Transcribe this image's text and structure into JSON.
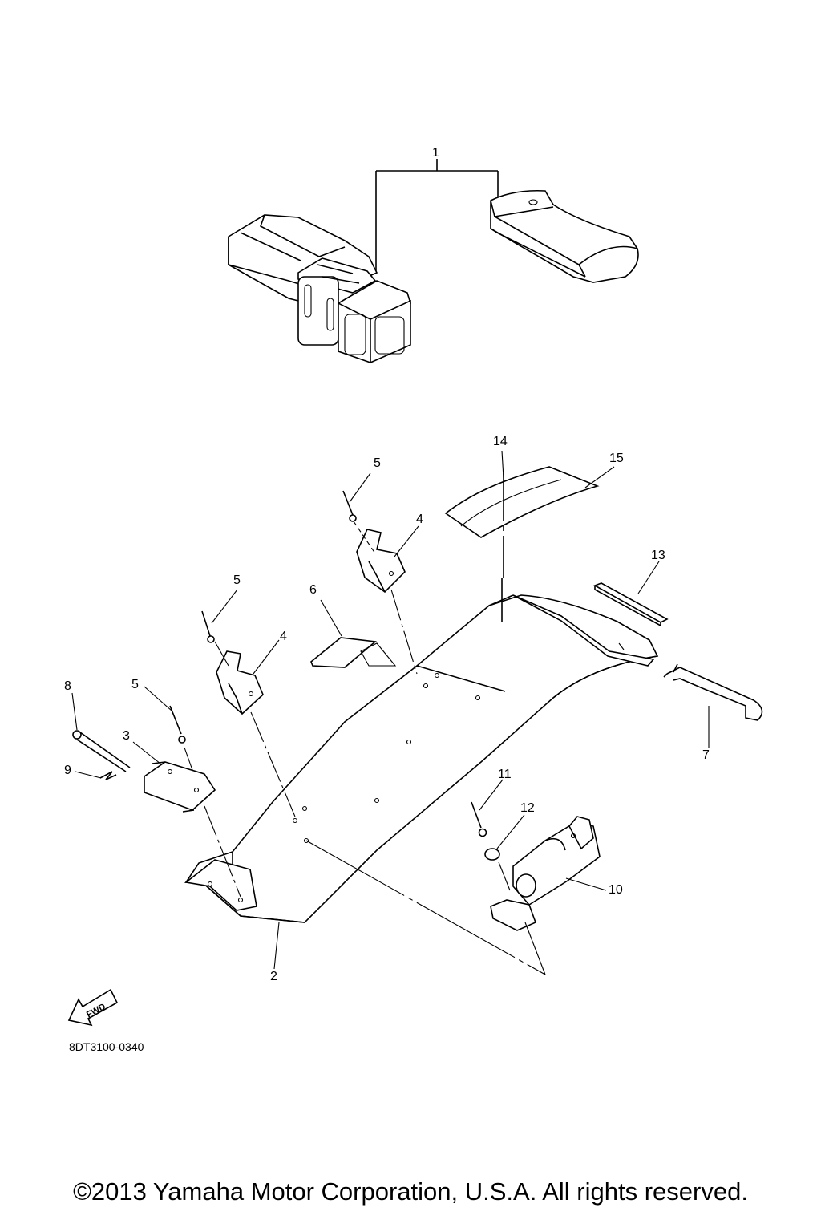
{
  "callouts": {
    "c1": "1",
    "c2": "2",
    "c3": "3",
    "c4a": "4",
    "c4b": "4",
    "c5a": "5",
    "c5b": "5",
    "c5c": "5",
    "c6": "6",
    "c7": "7",
    "c8": "8",
    "c9": "9",
    "c10": "10",
    "c11": "11",
    "c12": "12",
    "c13": "13",
    "c14": "14",
    "c15": "15"
  },
  "fwd_label": "FWD",
  "diagram_code": "8DT3100-0340",
  "copyright": "©2013 Yamaha Motor Corporation, U.S.A. All rights reserved."
}
